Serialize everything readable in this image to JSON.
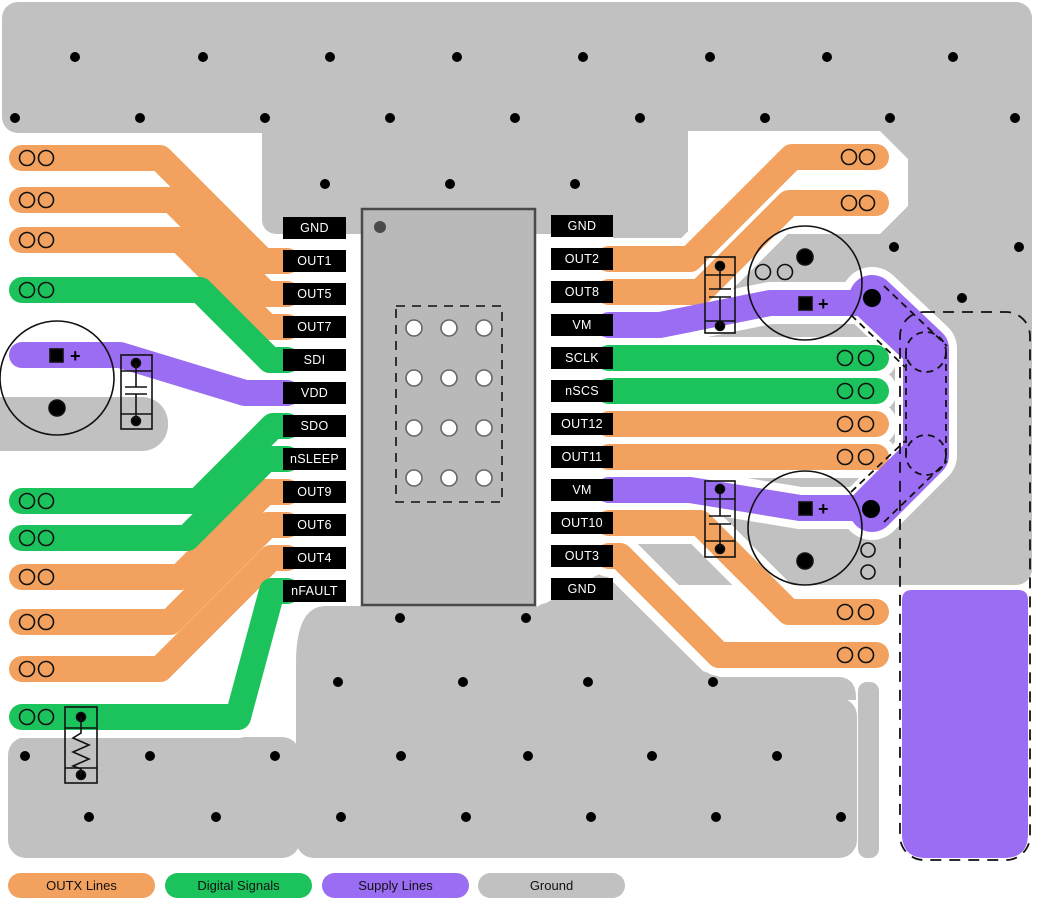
{
  "figure": {
    "description": "PCB layout example with driver IC, signal traces and ground pour"
  },
  "chip": {
    "pins": {
      "left": [
        "GND",
        "OUT1",
        "OUT5",
        "OUT7",
        "SDI",
        "VDD",
        "SDO",
        "nSLEEP",
        "OUT9",
        "OUT6",
        "OUT4",
        "nFAULT"
      ],
      "right": [
        "GND",
        "OUT2",
        "OUT8",
        "VM",
        "SCLK",
        "nSCS",
        "OUT12",
        "OUT11",
        "VM",
        "OUT10",
        "OUT3",
        "GND"
      ]
    },
    "polarity_marks": {
      "bulk_capacitor_plus": "+"
    }
  },
  "legend": {
    "items": [
      {
        "label": "OUTX Lines",
        "color": "#F2A25E"
      },
      {
        "label": "Digital Signals",
        "color": "#1CC35C"
      },
      {
        "label": "Supply Lines",
        "color": "#9A6DF2"
      },
      {
        "label": "Ground",
        "color": "#C1C1C1"
      }
    ]
  },
  "colors": {
    "outx": "#F2A25E",
    "digital": "#1CC35C",
    "supply": "#9A6DF2",
    "ground": "#C1C1C1",
    "chip_body": "#B9B9B9",
    "chip_border": "#4A4A4A",
    "pin_label_bg": "#000000",
    "pin_label_text": "#FFFFFF"
  }
}
